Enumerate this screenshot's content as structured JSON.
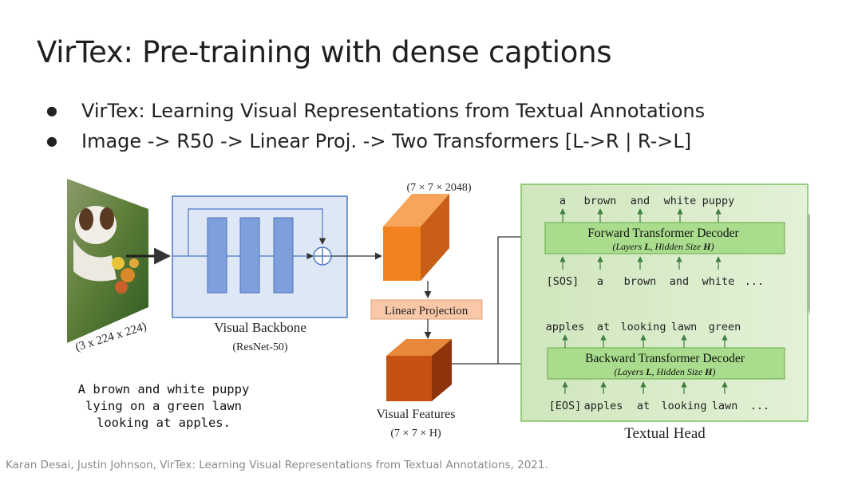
{
  "slide": {
    "title": "VirTex: Pre-training with dense captions",
    "bullets": [
      "VirTex: Learning Visual Representations from Textual Annotations",
      "Image -> R50 -> Linear Proj. -> Two Transformers [L->R | R->L]"
    ],
    "footer": "Karan Desai, Justin Johnson, VirTex: Learning Visual Representations from Textual Annotations, 2021."
  },
  "diagram": {
    "image_dims": "(3 x 224 x 224)",
    "caption_lines": [
      "A brown and white puppy",
      "lying on a green lawn",
      "looking at apples."
    ],
    "backbone_label": "Visual Backbone",
    "backbone_sub": "(ResNet-50)",
    "feature_dims_top": "(7 × 7 × 2048)",
    "linear_projection": "Linear Projection",
    "visual_features": "Visual Features",
    "visual_features_dims": "(7 × 7 × H)",
    "forward_decoder": {
      "title": "Forward Transformer Decoder",
      "subtitle_parts": [
        "(Layers ",
        "L",
        ", Hidden Size ",
        "H",
        ")"
      ],
      "outputs": [
        "a",
        "brown",
        "and",
        "white",
        "puppy"
      ],
      "inputs": [
        "[SOS]",
        "a",
        "brown",
        "and",
        "white",
        "..."
      ]
    },
    "backward_decoder": {
      "title": "Backward Transformer Decoder",
      "subtitle_parts": [
        "(Layers ",
        "L",
        ", Hidden Size ",
        "H",
        ")"
      ],
      "outputs": [
        "apples",
        "at",
        "looking",
        "lawn",
        "green"
      ],
      "inputs": [
        "[EOS]",
        "apples",
        "at",
        "looking",
        "lawn",
        "..."
      ]
    },
    "textual_head": "Textual Head",
    "colors": {
      "backbone_fill": "#dde7f5",
      "backbone_border": "#4f79c4",
      "block_fill": "#7f9fdc",
      "cube_orange": "#f2821f",
      "cube_dark": "#c45012",
      "linear_proj_fill": "#f8c8a8",
      "head_fill": "#d6ecc5",
      "head_border": "#7fbf5f",
      "decoder_fill": "#a9dc8c",
      "arrow_green": "#3f7f3f"
    }
  }
}
